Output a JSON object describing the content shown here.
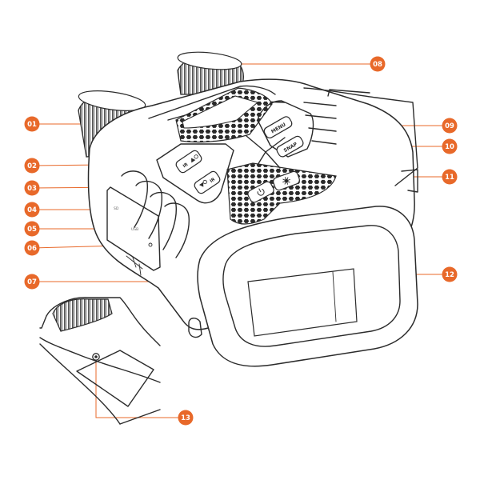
{
  "accent_color": "#e8692a",
  "callouts": [
    {
      "id": "01",
      "label": "01"
    },
    {
      "id": "02",
      "label": "02"
    },
    {
      "id": "03",
      "label": "03"
    },
    {
      "id": "04",
      "label": "04"
    },
    {
      "id": "05",
      "label": "05"
    },
    {
      "id": "06",
      "label": "06"
    },
    {
      "id": "07",
      "label": "07"
    },
    {
      "id": "08",
      "label": "08"
    },
    {
      "id": "09",
      "label": "09"
    },
    {
      "id": "10",
      "label": "10"
    },
    {
      "id": "11",
      "label": "11"
    },
    {
      "id": "12",
      "label": "12"
    },
    {
      "id": "13",
      "label": "13"
    }
  ],
  "buttons": {
    "menu": "MENU",
    "snap": "SNAP",
    "ir_up": "IR",
    "ir_down": "IR",
    "power_icon": "power-icon",
    "brightness_icon": "sun-icon"
  },
  "port_labels": {
    "top": "SD",
    "bottom": "USB"
  }
}
